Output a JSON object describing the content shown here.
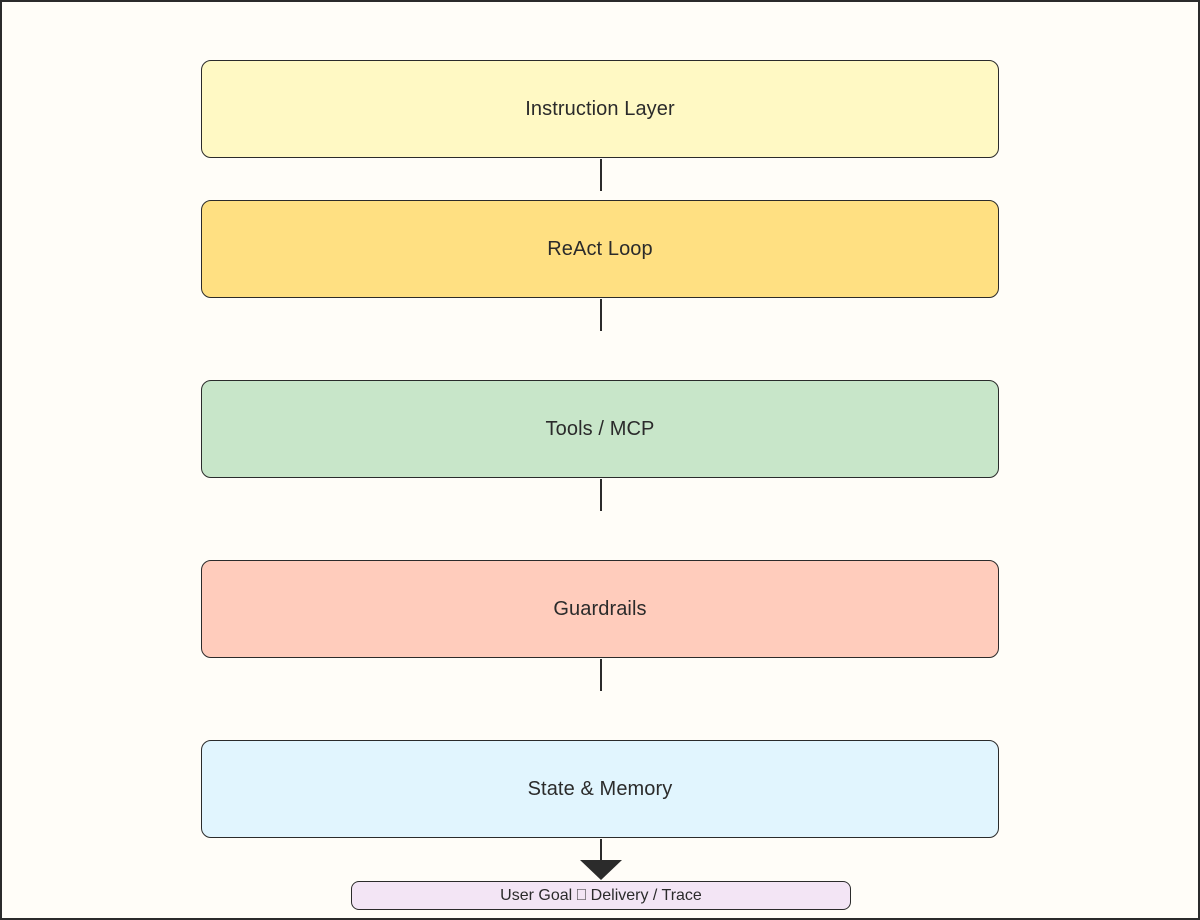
{
  "layers": [
    {
      "label": "Instruction Layer",
      "color": "#fff9c4"
    },
    {
      "label": "ReAct Loop",
      "color": "#ffe082"
    },
    {
      "label": "Tools / MCP",
      "color": "#c8e6c9"
    },
    {
      "label": "Guardrails",
      "color": "#ffccbc"
    },
    {
      "label": "State & Memory",
      "color": "#e1f5fe"
    }
  ],
  "footer": {
    "label": "User Goal ⎕ Delivery / Trace",
    "color": "#f3e5f5"
  },
  "colors": {
    "background": "#fffdf8",
    "stroke": "#2b2b2b"
  }
}
